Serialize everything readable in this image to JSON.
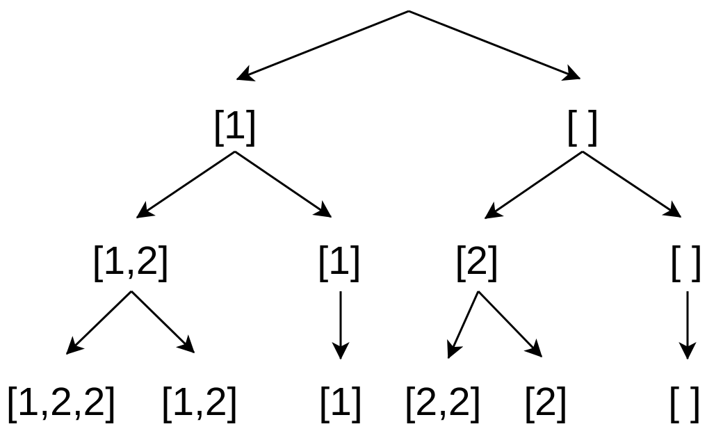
{
  "background_color": "#ffffff",
  "line_color": "#000000",
  "text_color": "#000000",
  "diagram": {
    "type": "binary-tree",
    "description": "Recursion tree of list states; root label not shown (cropped at top). Left branches add/keep an element, right branches omit it.",
    "levels": [
      {
        "depth": 1,
        "nodes": [
          {
            "id": "n1",
            "label": "[1]"
          },
          {
            "id": "n2",
            "label": "[ ]"
          }
        ]
      },
      {
        "depth": 2,
        "nodes": [
          {
            "id": "n3",
            "label": "[1,2]"
          },
          {
            "id": "n4",
            "label": "[1]"
          },
          {
            "id": "n5",
            "label": "[2]"
          },
          {
            "id": "n6",
            "label": "[ ]"
          }
        ]
      },
      {
        "depth": 3,
        "nodes": [
          {
            "id": "n7",
            "label": "[1,2,2]"
          },
          {
            "id": "n8",
            "label": "[1,2]"
          },
          {
            "id": "n9",
            "label": "[1]"
          },
          {
            "id": "n10",
            "label": "[2,2]"
          },
          {
            "id": "n11",
            "label": "[2]"
          },
          {
            "id": "n12",
            "label": "[ ]"
          }
        ]
      }
    ],
    "edges": [
      {
        "from": "root",
        "to": "n1"
      },
      {
        "from": "root",
        "to": "n2"
      },
      {
        "from": "n1",
        "to": "n3"
      },
      {
        "from": "n1",
        "to": "n4"
      },
      {
        "from": "n2",
        "to": "n5"
      },
      {
        "from": "n2",
        "to": "n6"
      },
      {
        "from": "n3",
        "to": "n7"
      },
      {
        "from": "n3",
        "to": "n8"
      },
      {
        "from": "n4",
        "to": "n9"
      },
      {
        "from": "n5",
        "to": "n10"
      },
      {
        "from": "n5",
        "to": "n11"
      },
      {
        "from": "n6",
        "to": "n12"
      }
    ]
  }
}
